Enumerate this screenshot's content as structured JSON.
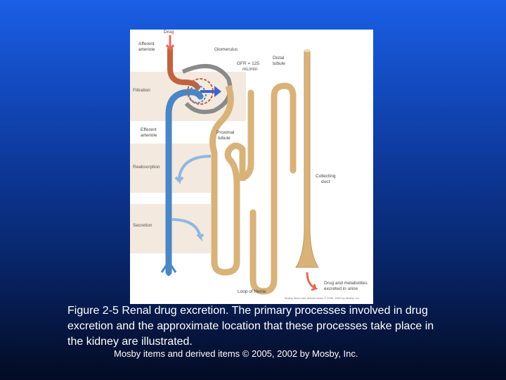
{
  "figure": {
    "labels": {
      "drug": "Drug",
      "afferent_line1": "Afferent",
      "afferent_line2": "arteriole",
      "glomerulus": "Glomerulus",
      "gfr_line1": "GFR = 125",
      "gfr_line2": "mL/min",
      "distal_line1": "Distal",
      "distal_line2": "tubule",
      "efferent_line1": "Efferent",
      "efferent_line2": "arteriole",
      "proximal_line1": "Proximal",
      "proximal_line2": "tubule",
      "collecting_line1": "Collecting",
      "collecting_line2": "duct",
      "loop": "Loop of Henle",
      "urine_line1": "Drug and metabolites",
      "urine_line2": "excreted in urine"
    },
    "stages": {
      "filtration": "Filtration",
      "reabsorption": "Reabsorption",
      "secretion": "Secretion"
    },
    "figure_credit": "Mosby items and derived items © 2005, 2002 by Mosby, Inc.",
    "colors": {
      "tubule": "#d9b27a",
      "vessel_blue": "#4a86c5",
      "vessel_red": "#c0623e",
      "stage_band": "#f3e9df"
    }
  },
  "caption": "Figure 2-5 Renal drug excretion. The primary processes involved in drug excretion and the approximate location that these processes take place in the kidney are illustrated.",
  "copyright": "Mosby items and derived items © 2005, 2002 by Mosby, Inc."
}
